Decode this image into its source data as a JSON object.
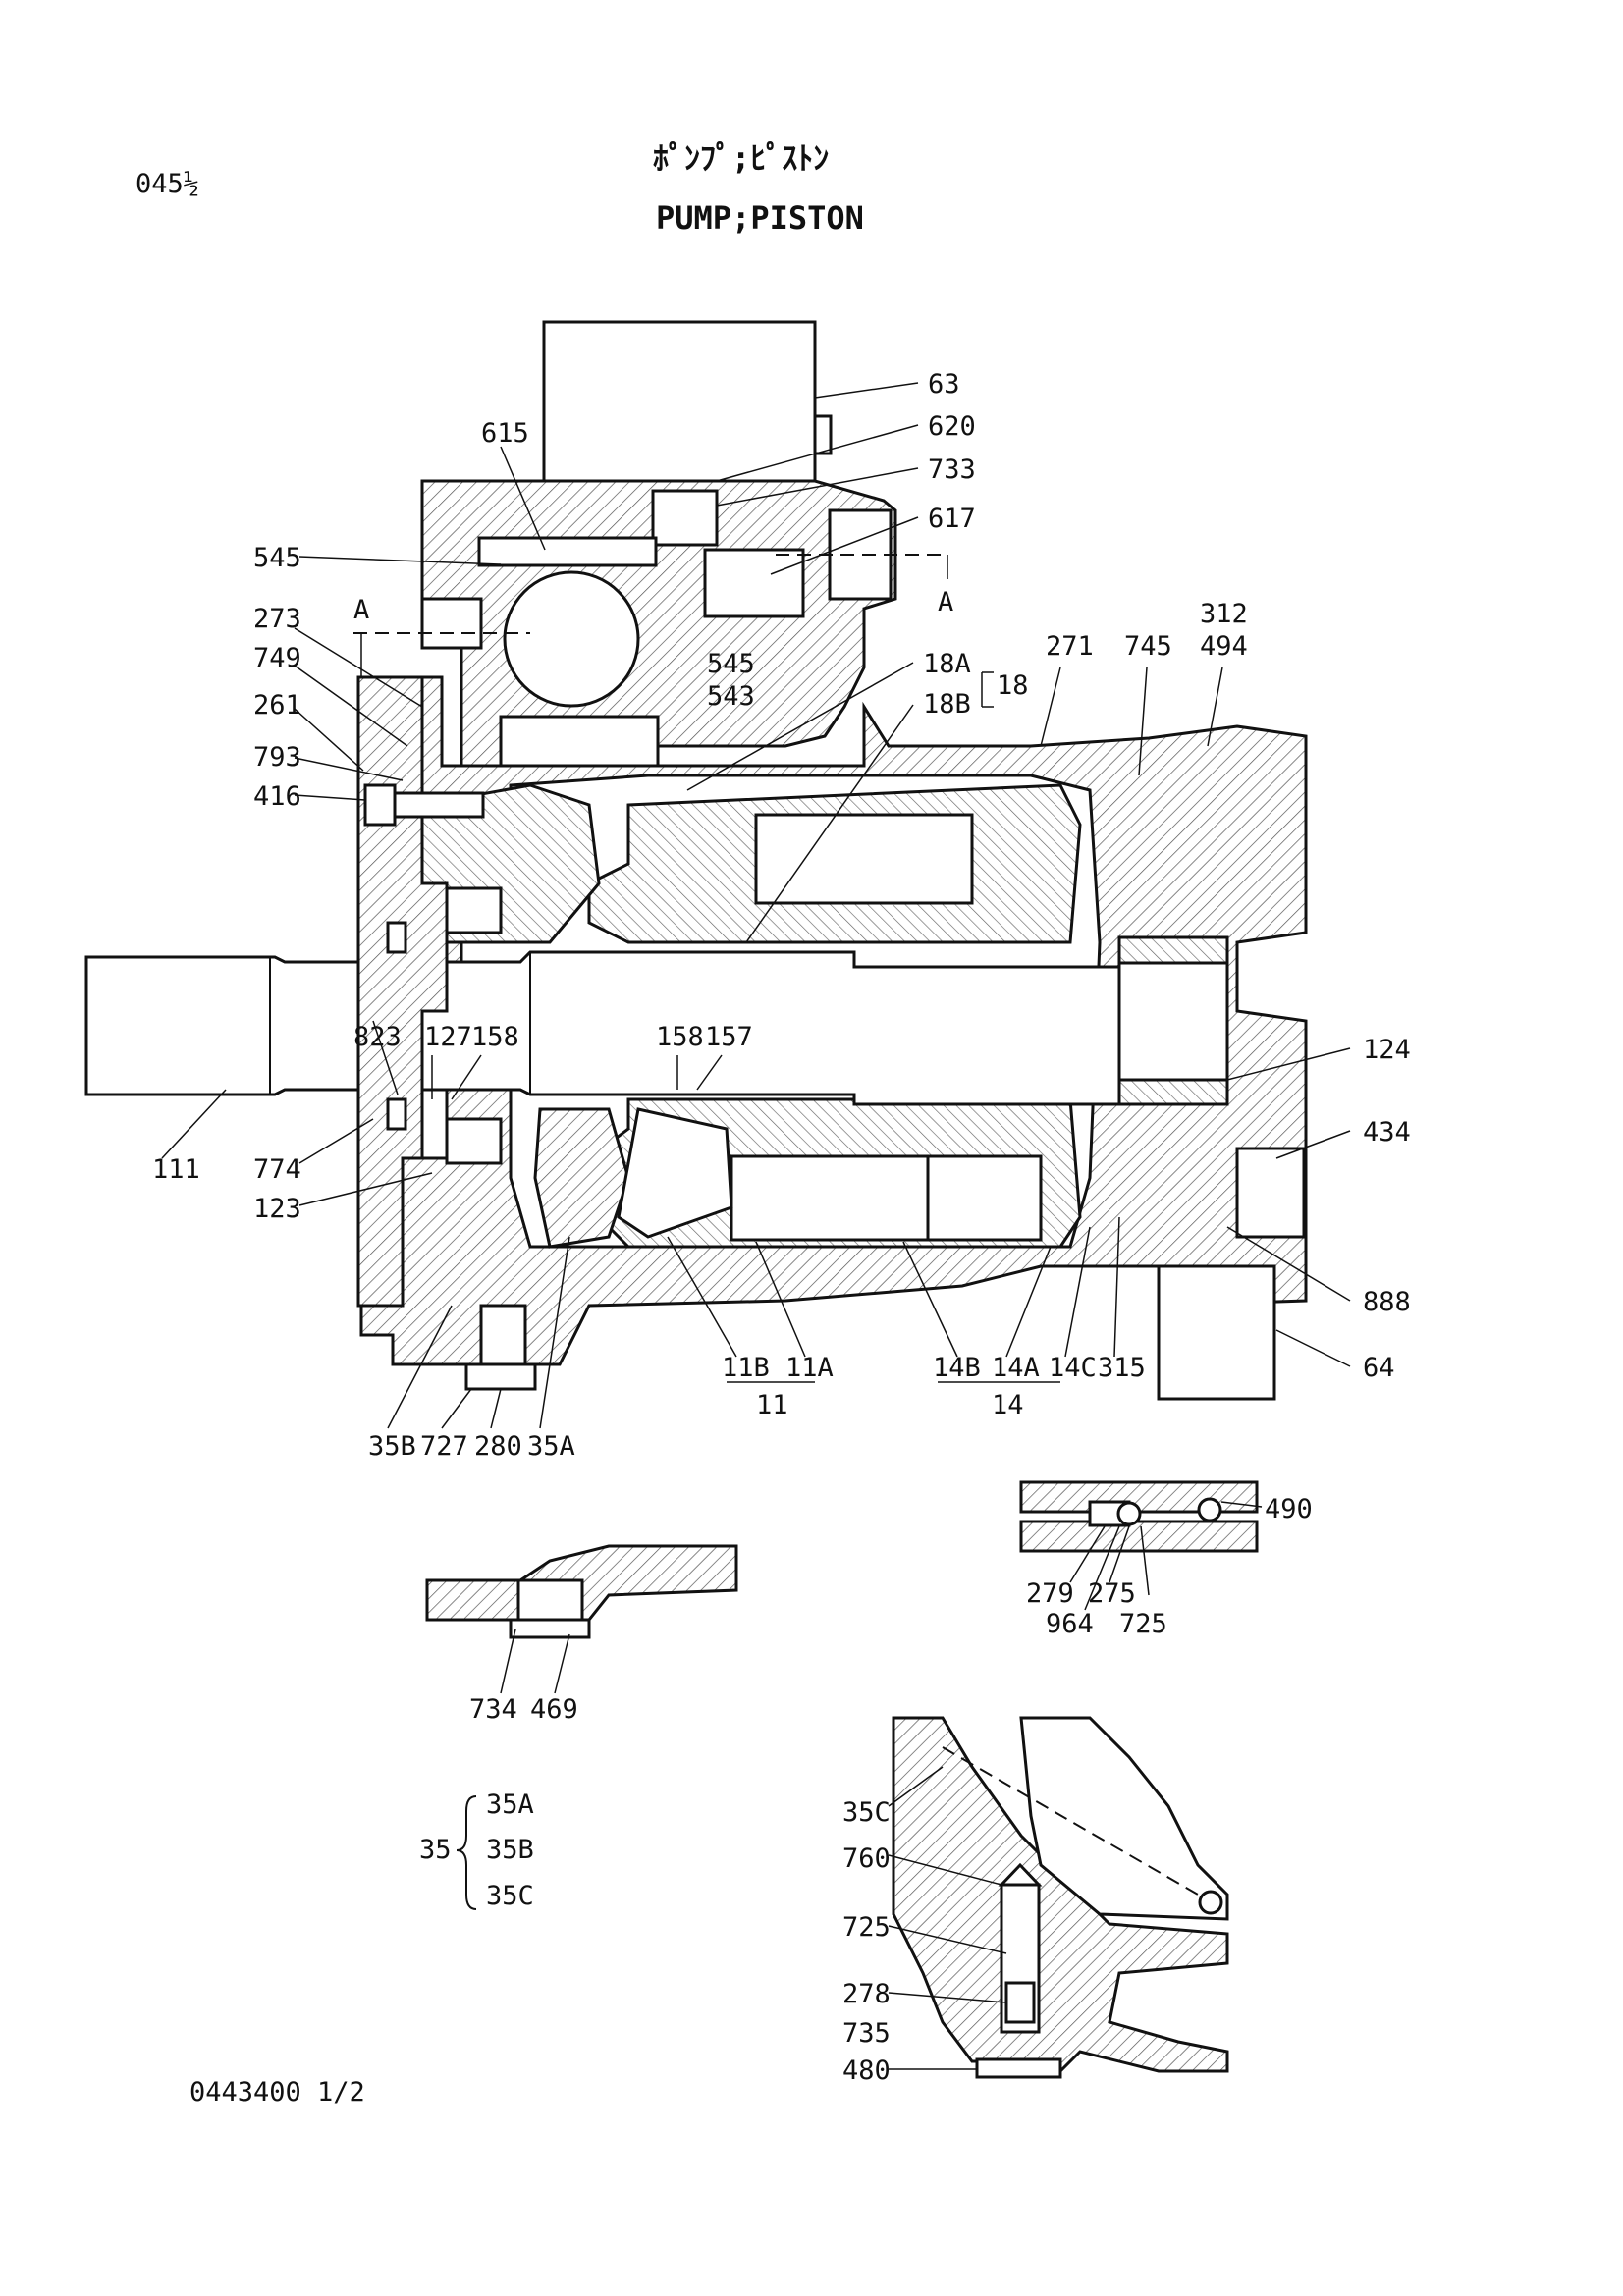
{
  "header": {
    "page_ref": "045½",
    "title_jp": "ﾎﾟﾝﾌﾟ;ﾋﾟｽﾄﾝ",
    "title_en": "PUMP;PISTON"
  },
  "footer": {
    "drawing_no": "0443400 1/2"
  },
  "section_marks": {
    "a_left": "A",
    "a_right": "A"
  },
  "main_labels": {
    "p63": "63",
    "p620": "620",
    "p733": "733",
    "p617": "617",
    "p615": "615",
    "p545_left": "545",
    "p545_mid": "545",
    "p543": "543",
    "p273": "273",
    "p749": "749",
    "p261": "261",
    "p793": "793",
    "p416": "416",
    "p18A": "18A",
    "p18B": "18B",
    "p18": "18",
    "p271": "271",
    "p745": "745",
    "p312": "312",
    "p494": "494",
    "p823": "823",
    "p127": "127",
    "p158_left": "158",
    "p158_mid": "158",
    "p157": "157",
    "p124": "124",
    "p434": "434",
    "p888": "888",
    "p64": "64",
    "p111": "111",
    "p774": "774",
    "p123": "123",
    "p11B": "11B",
    "p11A": "11A",
    "p11": "11",
    "p14B": "14B",
    "p14A": "14A",
    "p14C": "14C",
    "p315": "315",
    "p14": "14",
    "p35B": "35B",
    "p727": "727",
    "p280": "280",
    "p35A": "35A"
  },
  "detail_right": {
    "p490": "490",
    "p279": "279",
    "p275": "275",
    "p964": "964",
    "p725": "725"
  },
  "detail_left": {
    "p734": "734",
    "p469": "469"
  },
  "group_35": {
    "parent": "35",
    "children": [
      "35A",
      "35B",
      "35C"
    ]
  },
  "detail_bottom": {
    "p35C": "35C",
    "p760": "760",
    "p725": "725",
    "p278": "278",
    "p735": "735",
    "p480": "480"
  }
}
